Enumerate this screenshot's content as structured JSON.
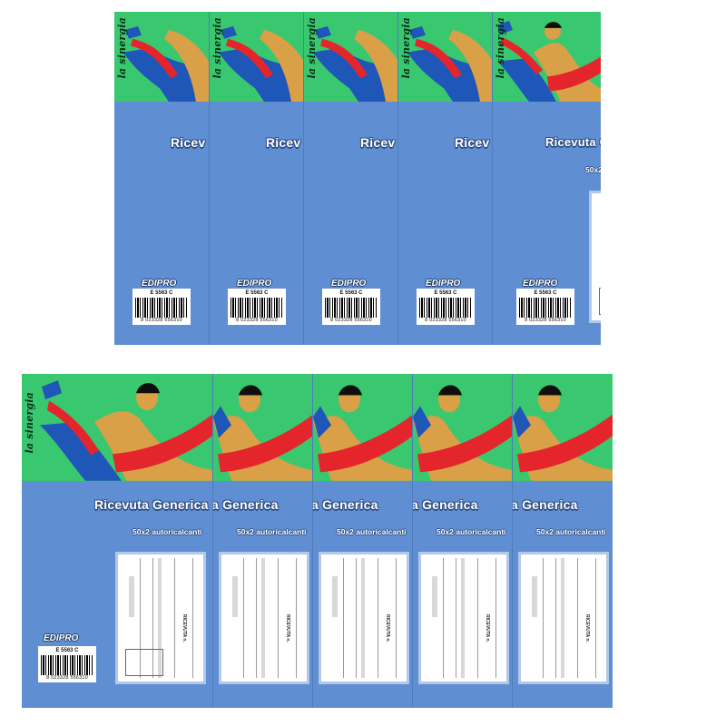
{
  "product": {
    "brand_line": "la sinergia",
    "title": "Ricevuta Generica",
    "title_cut": "Ricev",
    "title_tail": "a Generica",
    "subtitle": "50x2 autoricalcanti",
    "publisher": "EDIPRO",
    "code": "E 5563 C",
    "barcode_number": "8 023328 556310",
    "form_heading": "RICEVUTA n."
  },
  "colors": {
    "cover_blue": "#5f8ed3",
    "art_green": "#39c86f",
    "scarf_red": "#e4262c",
    "shirt_blue": "#1f57b8",
    "skin": "#d9a047"
  }
}
